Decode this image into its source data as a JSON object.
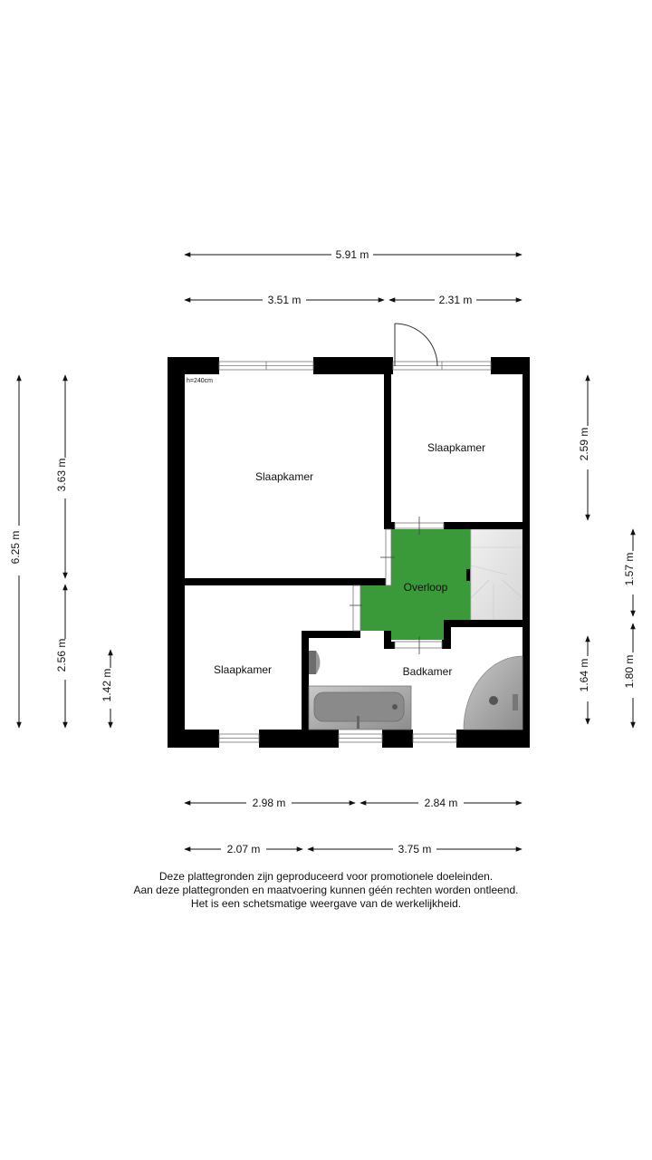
{
  "dimensions": {
    "top_total": "5.91 m",
    "top_left": "3.51 m",
    "top_right": "2.31 m",
    "bottom_upper_left": "2.98 m",
    "bottom_upper_right": "2.84 m",
    "bottom_lower_left": "2.07 m",
    "bottom_lower_right": "3.75 m",
    "left_total": "6.25 m",
    "left_upper": "3.63 m",
    "left_lower": "2.56 m",
    "left_small": "1.42 m",
    "right_top": "2.59 m",
    "right_stair": "1.57 m",
    "right_bath": "1.64 m",
    "right_bath_outer": "1.80 m"
  },
  "ceiling_height": "h=240cm",
  "rooms": {
    "bedroom_large": "Slaapkamer",
    "bedroom_small": "Slaapkamer",
    "bedroom_bottom": "Slaapkamer",
    "landing": "Overloop",
    "bathroom": "Badkamer"
  },
  "colors": {
    "wall": "#000000",
    "landing_fill": "#3a9a3a",
    "fixture_gray": "#9a9a9a"
  },
  "disclaimer": {
    "line1": "Deze plattegronden zijn geproduceerd voor promotionele doeleinden.",
    "line2": "Aan deze plattegronden en maatvoering kunnen géén rechten worden ontleend.",
    "line3": "Het is een schetsmatige weergave van de werkelijkheid."
  }
}
